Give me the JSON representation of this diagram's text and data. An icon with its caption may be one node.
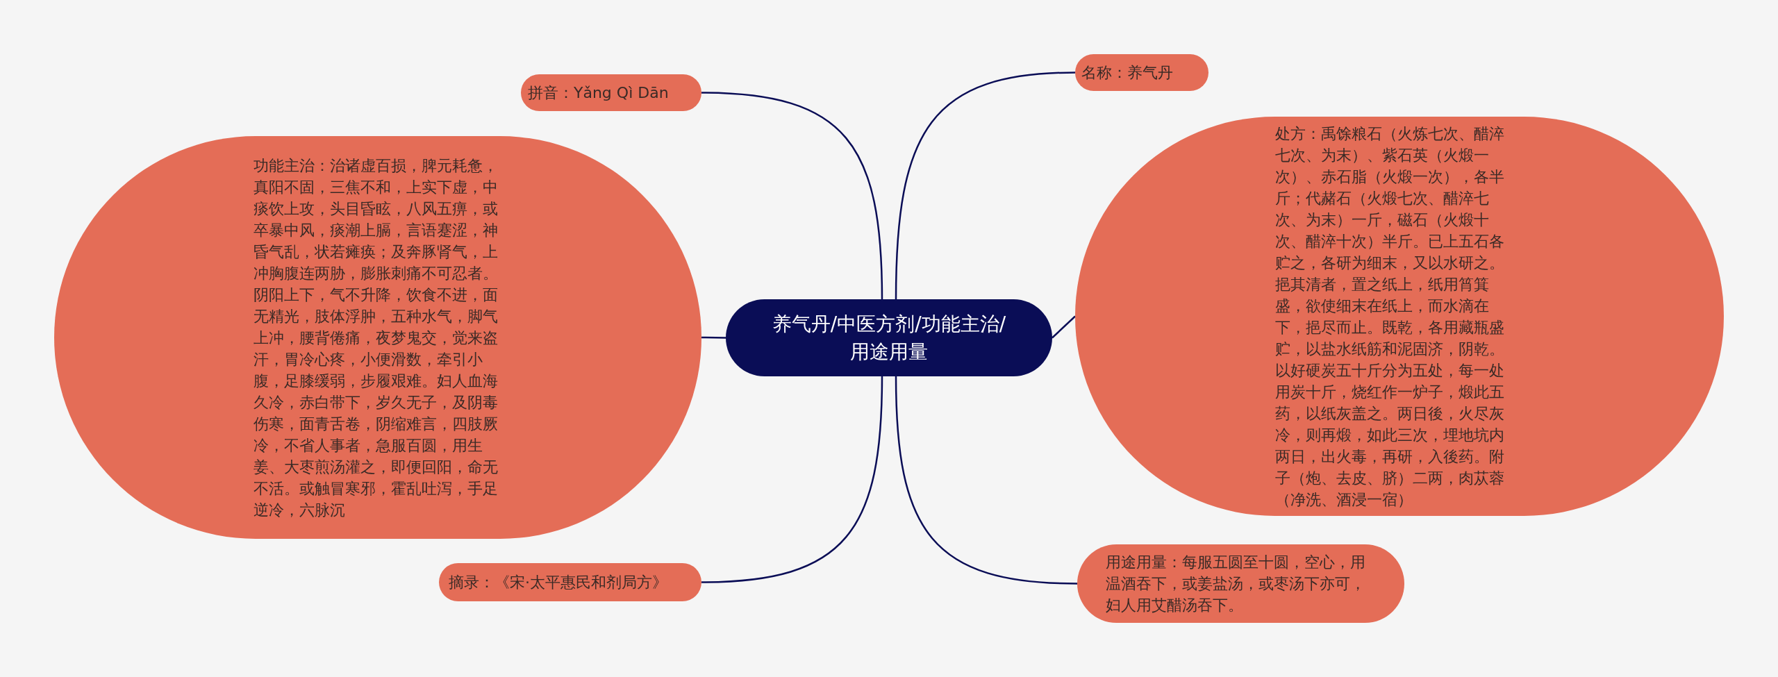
{
  "diagram": {
    "nodes": [
      {
        "text": [
          "养气丹/中医方剂/功能主治/用途用量"
        ]
      },
      {
        "text": [
          "拼音：Yǎng Qì Dān"
        ]
      },
      {
        "text": [
          "名称：养气丹"
        ]
      },
      {
        "text": [
          "功能主治：治诸虚百损，脾元耗惫，真阳不固，三焦不和，上实下虚，中痰饮上攻，头目昏眩，八风五痹，或卒暴中风，痰潮上膈，言语蹇涩，神昏气乱，状若瘫痪；及奔豚肾气，上冲胸腹连两胁，膨胀刺痛不可忍者。阴阳上下，气不升降，饮食不进，面无精光，肢体浮肿，五种水气，脚气上冲，腰背倦痛，夜梦鬼交，觉来盗汗，胃冷心疼，小便滑数，牵引小腹，足膝缓弱，步履艰难。妇人血海久冷，赤白带下，岁久无子，及阴毒伤寒，面青舌卷，阴缩难言，四肢厥冷，不省人事者，急服百圆，用生姜、大枣煎汤灌之，即便回阳，命无不活。或触冒寒邪，霍乱吐泻，手足逆冷，六脉沉"
        ]
      },
      {
        "text": [
          "处方：禹馀粮石（火炼七次、醋淬七次、为末）、紫石英（火煅一次）、赤石脂（火煅一次），各半斤；代赭石（火煅七次、醋淬七次、为末）一斤，磁石（火煅十次、醋淬十次）半斤。已上五石各贮之，各研为细末，又以水研之。挹其清者，置之纸上，纸用筲箕盛，欲使细末在纸上，而水滴在下，挹尽而止。既乾，各用藏瓶盛贮，以盐水纸筋和泥固济，阴乾。以好硬炭五十斤分为五处，每一处用炭十斤，烧红作一炉子，煅此五药，以纸灰盖之。两日後，火尽灰冷，则再煅，如此三次，埋地坑内两日，出火毒，再研，入後药。附子（炮、去皮、脐）二两，肉苁蓉（净洗、酒浸一宿）"
        ]
      },
      {
        "text": [
          "摘录：《宋·太平惠民和剂局方》"
        ]
      },
      {
        "text": [
          "用途用量：每服五圆至十圆，空心，用温酒吞下，或姜盐汤，或枣汤下亦可，妇人用艾醋汤吞下。"
        ]
      }
    ],
    "edges": [
      {
        "from": 0,
        "to": 1,
        "arrow": "none"
      },
      {
        "from": 0,
        "to": 2,
        "arrow": "none"
      },
      {
        "from": 0,
        "to": 3,
        "arrow": "none"
      },
      {
        "from": 0,
        "to": 4,
        "arrow": "none"
      },
      {
        "from": 0,
        "to": 5,
        "arrow": "none"
      },
      {
        "from": 0,
        "to": 6,
        "arrow": "none"
      }
    ]
  }
}
